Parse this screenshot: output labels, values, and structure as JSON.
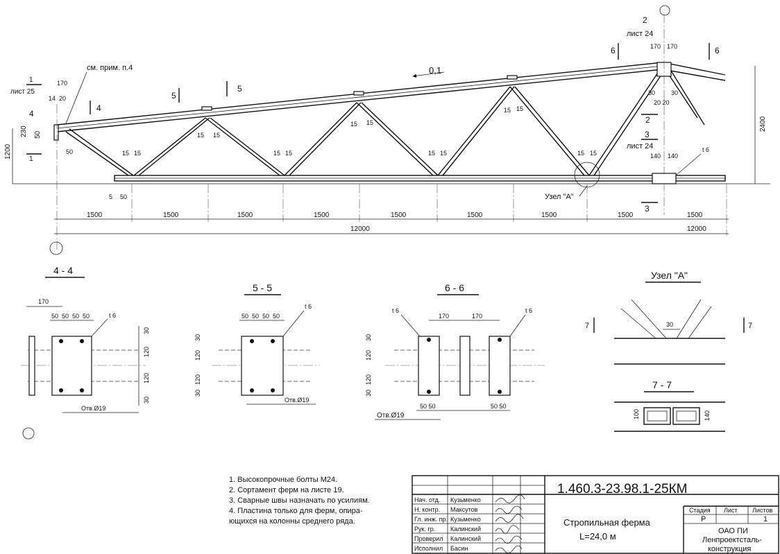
{
  "elevation": {
    "slope": "0,1",
    "height_left": "1200",
    "height_right": "2400",
    "height_end": "230",
    "note_ref": "см. прим. п.4",
    "panels": [
      "1500",
      "1500",
      "1500",
      "1500",
      "1500",
      "1500",
      "1500",
      "1500",
      "1500"
    ],
    "total_left": "12000",
    "total_right": "12000",
    "node_label": "Узел \"А\"",
    "left_cut": {
      "num": "1",
      "sheet": "лист 25"
    },
    "ridge_cut": {
      "num": "2",
      "sheet": "лист 24"
    },
    "bottom_cut": {
      "num": "3",
      "sheet": "лист 24"
    },
    "sec_marks": {
      "four": "4",
      "five": "5",
      "six": "6"
    },
    "dims": {
      "d170": "170",
      "d14": "14",
      "d20": "20",
      "d50": "50",
      "d15": "15",
      "d5": "5",
      "d30": "30",
      "d140": "140",
      "t6": "t 6",
      "d2020": "20 20"
    }
  },
  "section_4_4": {
    "title": "4 - 4",
    "top": [
      "170",
      "50",
      "50",
      "50",
      "50"
    ],
    "side": [
      "30",
      "120",
      "120",
      "30"
    ],
    "plate": "t 6",
    "hole": "Отв.Ø19"
  },
  "section_5_5": {
    "title": "5 - 5",
    "top": [
      "50",
      "50",
      "50",
      "50"
    ],
    "side": [
      "30",
      "120",
      "120",
      "30"
    ],
    "plate": "t 6",
    "hole": "Отв.Ø19"
  },
  "section_6_6": {
    "title": "6 - 6",
    "top": [
      "170",
      "170"
    ],
    "plate_left": "t 6",
    "plate_right": "t 6",
    "side": [
      "30",
      "120",
      "120",
      "30"
    ],
    "bottom_left": "50 50",
    "bottom_right": "50 50",
    "hole": "Отв.Ø19"
  },
  "node_a": {
    "title": "Узел \"А\"",
    "gap": "30",
    "cut": "7"
  },
  "section_7_7": {
    "title": "7 - 7",
    "left": "100",
    "right": "140"
  },
  "notes": [
    "1. Высокопрочные болты М24.",
    "2. Сортамент ферм на листе 19.",
    "3. Сварные швы назначать по усилиям.",
    "4. Пластина только для ферм, опира-",
    "    ющихся на колонны среднего ряда."
  ],
  "title_block": {
    "code": "1.460.3-23.98.1-25КМ",
    "name": "Стропильная ферма",
    "span": "L=24,0 м",
    "headers": {
      "stage": "Стадия",
      "sheet": "Лист",
      "sheets": "Листов"
    },
    "values": {
      "stage": "Р",
      "sheet": "",
      "sheets": "1"
    },
    "org": [
      "ОАО ПИ",
      "Ленпроектсталь-",
      "конструкция"
    ],
    "roles": [
      {
        "role": "Нач. отд.",
        "name": "Кузьменко"
      },
      {
        "role": "Н. контр.",
        "name": "Максутов"
      },
      {
        "role": "Гл. инж. пр.",
        "name": "Кузьменко"
      },
      {
        "role": "Рук. гр.",
        "name": "Калинский"
      },
      {
        "role": "Проверил",
        "name": "Калинский"
      },
      {
        "role": "Исполнил",
        "name": "Басин"
      }
    ]
  }
}
